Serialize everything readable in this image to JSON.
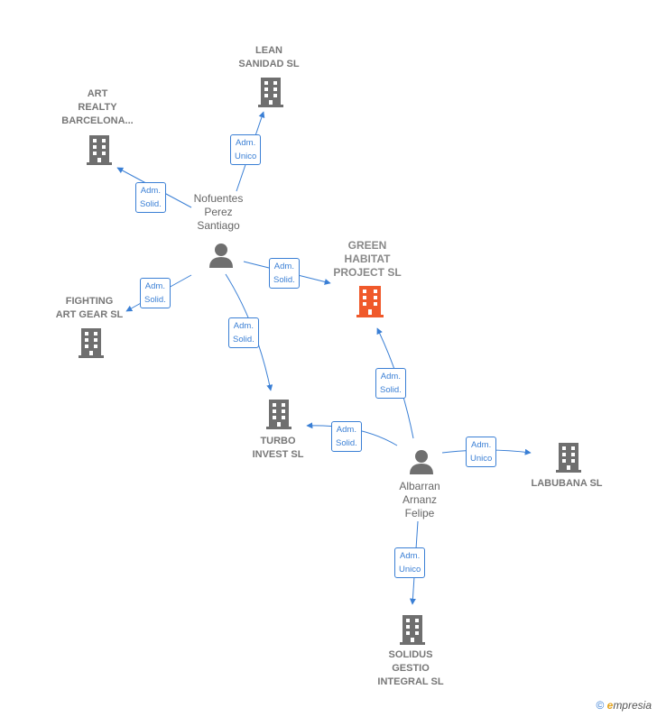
{
  "colors": {
    "company": "#6f6f6f",
    "highlight": "#f0592a",
    "edge": "#3a7fd5",
    "person": "#6f6f6f"
  },
  "nodes": {
    "lean": "LEAN\nSANIDAD SL",
    "art": "ART\nREALTY\nBARCELONA...",
    "nofuentes": "Nofuentes\nPerez\nSantiago",
    "green": "GREEN\nHABITAT\nPROJECT  SL",
    "fighting": "FIGHTING\nART GEAR  SL",
    "turbo": "TURBO\nINVEST  SL",
    "albarran": "Albarran\nArnanz\nFelipe",
    "labubana": "LABUBANA  SL",
    "solidus": "SOLIDUS\nGESTIO\nINTEGRAL SL"
  },
  "relations": {
    "r1": "Adm.\nUnico",
    "r2": "Adm.\nSolid.",
    "r3": "Adm.\nSolid.",
    "r4": "Adm.\nSolid.",
    "r5": "Adm.\nSolid.",
    "r6": "Adm.\nSolid.",
    "r7": "Adm.\nSolid.",
    "r8": "Adm.\nUnico",
    "r9": "Adm.\nUnico"
  },
  "brand": {
    "copyright": "©",
    "e": "e",
    "rest": "mpresia"
  }
}
